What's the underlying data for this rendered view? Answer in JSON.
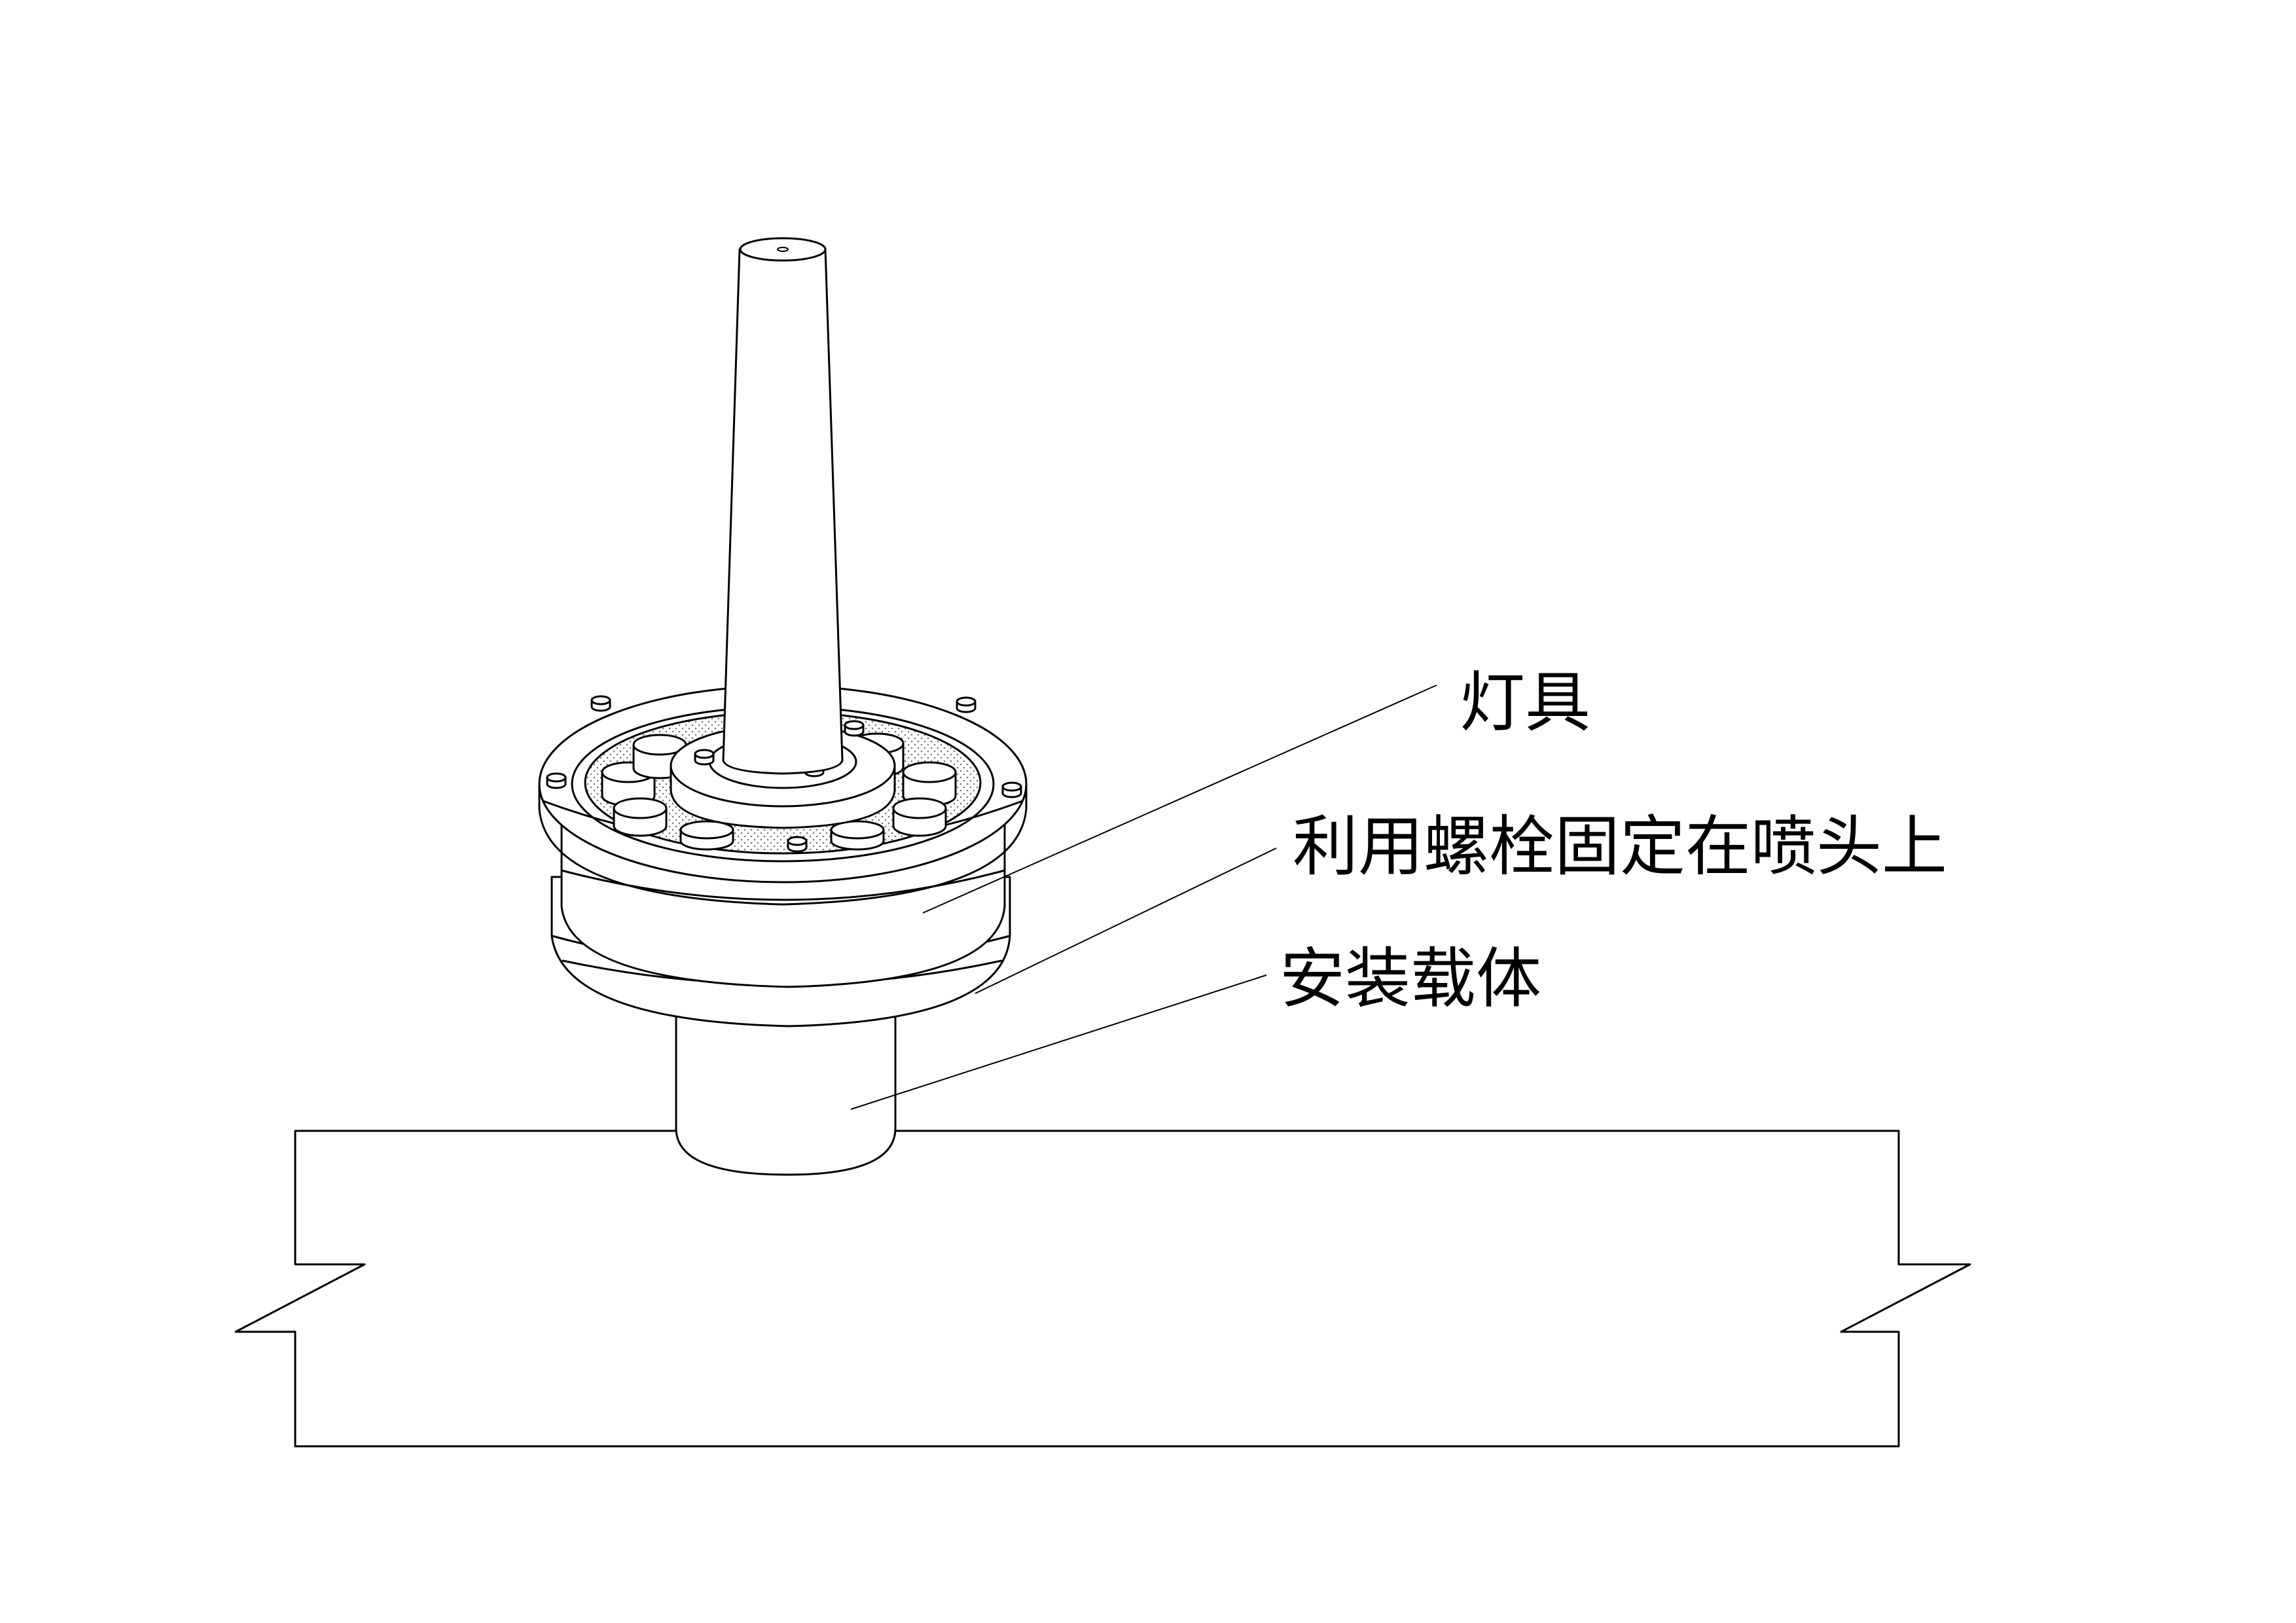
{
  "labels": {
    "fixture": "灯具",
    "bolt_fixing": "利用螺栓固定在喷头上",
    "mount_body": "安装载体"
  },
  "colors": {
    "line": "#000000",
    "background": "#ffffff"
  }
}
